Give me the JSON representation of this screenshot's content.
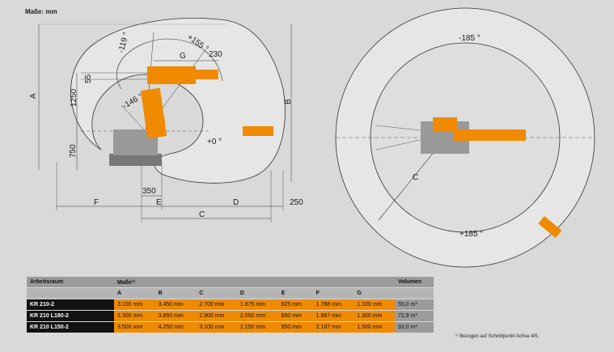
{
  "title": "Maße: mm",
  "left_view": {
    "angles": [
      "-119 °",
      "+155 °",
      "-146 °",
      "+0 °"
    ],
    "dims": {
      "G": "G",
      "d230": "230",
      "d55": "55",
      "d1250": "1250",
      "d750": "750",
      "A": "A",
      "B": "B",
      "d350": "350",
      "F": "F",
      "E": "E",
      "D": "D",
      "C": "C",
      "d250": "250"
    }
  },
  "right_view": {
    "angles": [
      "-185 °",
      "+185 °"
    ],
    "C": "C"
  },
  "table": {
    "head_workspace": "Arbeitsraum",
    "head_dims": "Maße¹⁾",
    "head_volume": "Volumen",
    "columns": [
      "A",
      "B",
      "C",
      "D",
      "E",
      "F",
      "G"
    ],
    "rows": [
      {
        "model": "KR 210-2",
        "values": [
          "3.100 mm",
          "3.450 mm",
          "2.700 mm",
          "1.875 mm",
          "825 mm",
          "1.788 mm",
          "1.100 mm"
        ],
        "volume": "55,0 m³"
      },
      {
        "model": "KR 210 L180-2",
        "values": [
          "3.300 mm",
          "3.850 mm",
          "2.900 mm",
          "2.050 mm",
          "850 mm",
          "1.987 mm",
          "1.300 mm"
        ],
        "volume": "72,9 m³"
      },
      {
        "model": "KR 210 L150-2",
        "values": [
          "3.500 mm",
          "4.250 mm",
          "3.100 mm",
          "2.150 mm",
          "950 mm",
          "2.187 mm",
          "1.500 mm"
        ],
        "volume": "93,0 m³"
      }
    ]
  },
  "footnote": "¹⁾ Bezogen auf Schnittpunkt Achse 4/5.",
  "colors": {
    "accent": "#f08a00",
    "background": "#d9d9d9"
  }
}
